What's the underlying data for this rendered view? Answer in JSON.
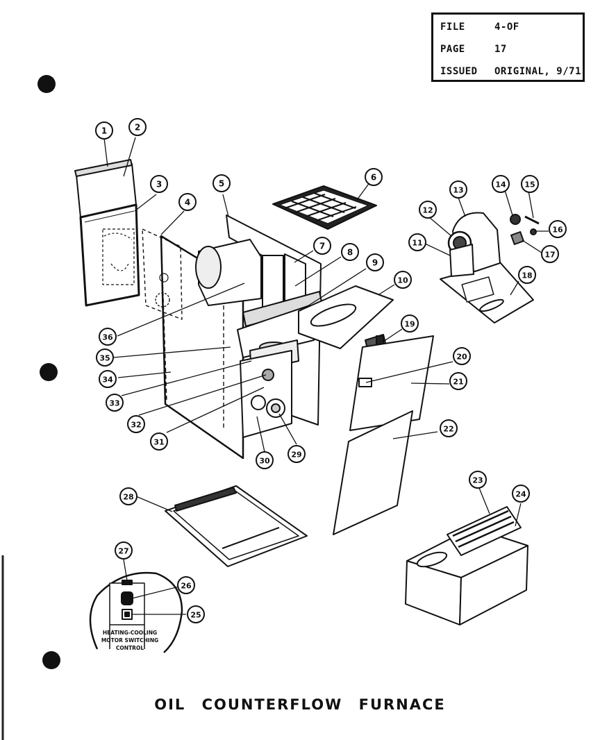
{
  "info": {
    "file_label": "FILE",
    "file_value": "4-OF",
    "page_label": "PAGE",
    "page_value": "17",
    "issued_label": "ISSUED",
    "issued_value": "ORIGINAL, 9/71"
  },
  "caption": "OIL COUNTERFLOW FURNACE",
  "control_label": [
    "HEATING-COOLING",
    "MOTOR SWITCHING",
    "CONTROL"
  ],
  "callouts": [
    "1",
    "2",
    "3",
    "4",
    "5",
    "6",
    "7",
    "8",
    "9",
    "10",
    "11",
    "12",
    "13",
    "14",
    "15",
    "16",
    "17",
    "18",
    "19",
    "20",
    "21",
    "22",
    "23",
    "24",
    "25",
    "26",
    "27",
    "28",
    "29",
    "30",
    "31",
    "32",
    "33",
    "34",
    "35",
    "36"
  ]
}
